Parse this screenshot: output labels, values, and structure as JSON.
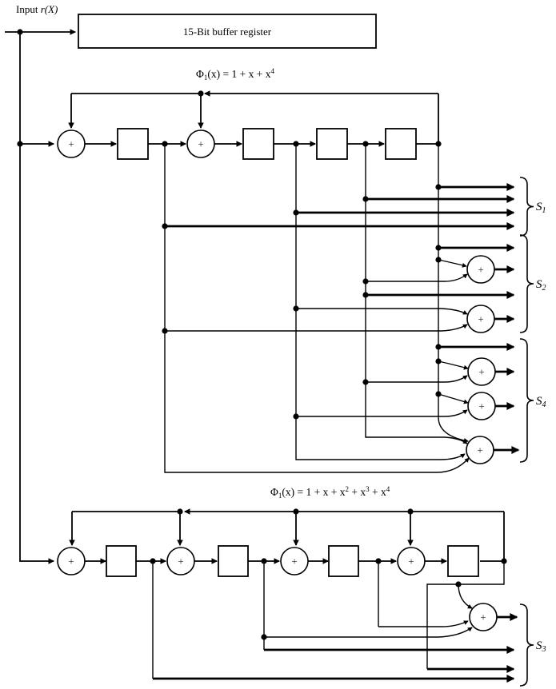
{
  "colors": {
    "ink": "#000000",
    "background": "#ffffff"
  },
  "labels": {
    "input": {
      "prefix": "Input ",
      "variable": "r(X)"
    },
    "buffer_register": "15-Bit buffer register",
    "eq_top": {
      "phi": "Φ",
      "sub": "1",
      "body": "(x) = 1 + x + x",
      "sup": "4"
    },
    "eq_bottom": {
      "phi": "Φ",
      "sub": "1",
      "body1": "(x) = 1 + x + x",
      "sup1": "2",
      "body2": " + x",
      "sup2": "3",
      "body3": " + x",
      "sup3": "4"
    },
    "xor_symbol": "+",
    "syndromes": {
      "s1": {
        "base": "S",
        "sub": "1"
      },
      "s2": {
        "base": "S",
        "sub": "2"
      },
      "s4": {
        "base": "S",
        "sub": "4"
      },
      "s3": {
        "base": "S",
        "sub": "3"
      }
    }
  }
}
